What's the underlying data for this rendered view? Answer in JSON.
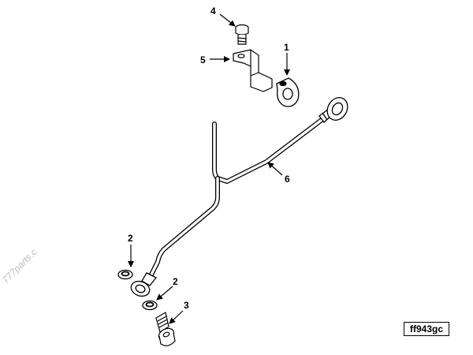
{
  "callouts": {
    "c1": "1",
    "c2a": "2",
    "c2b": "2",
    "c3": "3",
    "c4": "4",
    "c5": "5",
    "c6": "6"
  },
  "figure_id": "ff943gc",
  "watermark": "777parts.c"
}
